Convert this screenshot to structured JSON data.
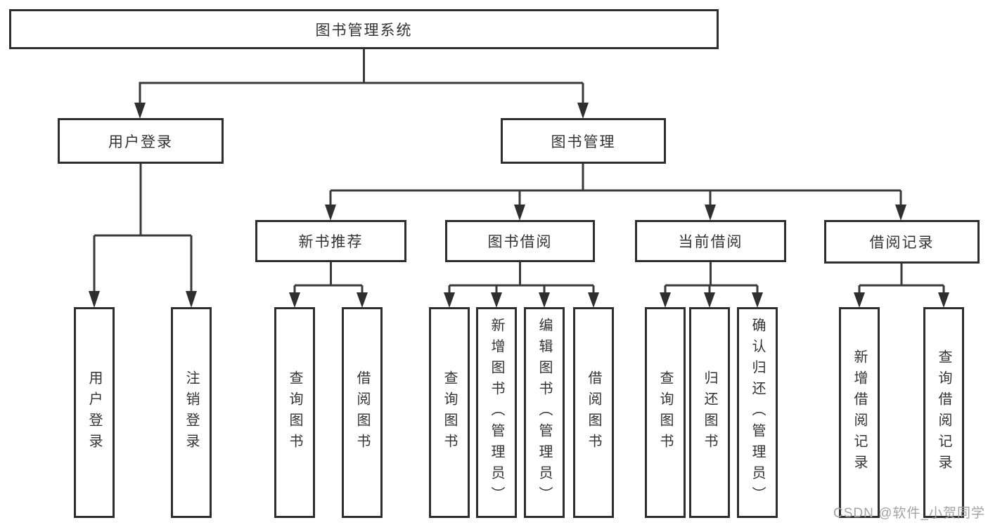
{
  "root": {
    "label": "图书管理系统"
  },
  "branches": {
    "user_login": {
      "label": "用户登录",
      "children": [
        "用户登录",
        "注销登录"
      ]
    },
    "book_mgmt": {
      "label": "图书管理",
      "children": {
        "new_books": {
          "label": "新书推荐",
          "children": [
            "查询图书",
            "借阅图书"
          ]
        },
        "borrow": {
          "label": "图书借阅",
          "children": [
            "查询图书",
            "新增图书（管理员）",
            "编辑图书（管理员）",
            "借阅图书"
          ]
        },
        "current": {
          "label": "当前借阅",
          "children": [
            "查询图书",
            "归还图书",
            "确认归还（管理员）"
          ]
        },
        "records": {
          "label": "借阅记录",
          "children": [
            "新增借阅记录",
            "查询借阅记录"
          ]
        }
      }
    }
  },
  "watermark": {
    "text": "CSDN @软件_小贺同学"
  },
  "colors": {
    "line": "#3a3a3a",
    "arrow": "#2f2f2f",
    "border": "#2e2e2e",
    "text": "#333333",
    "watermark": "#a3a3a6",
    "background": "#ffffff"
  }
}
